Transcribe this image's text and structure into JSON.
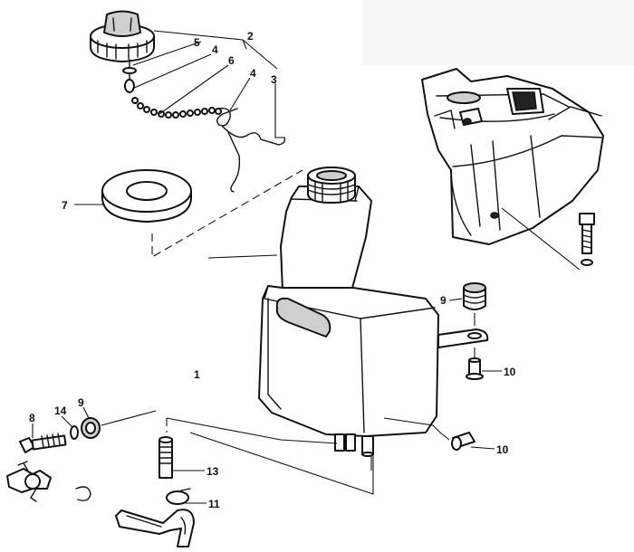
{
  "diagram": {
    "callouts": {
      "c1": "1",
      "c2": "2",
      "c3": "3",
      "c4a": "4",
      "c4b": "4",
      "c5": "5",
      "c6": "6",
      "c7": "7",
      "c8": "8",
      "c9a": "9",
      "c9b": "9",
      "c10a": "10",
      "c10b": "10",
      "c11": "11",
      "c13": "13",
      "c14": "14"
    }
  }
}
